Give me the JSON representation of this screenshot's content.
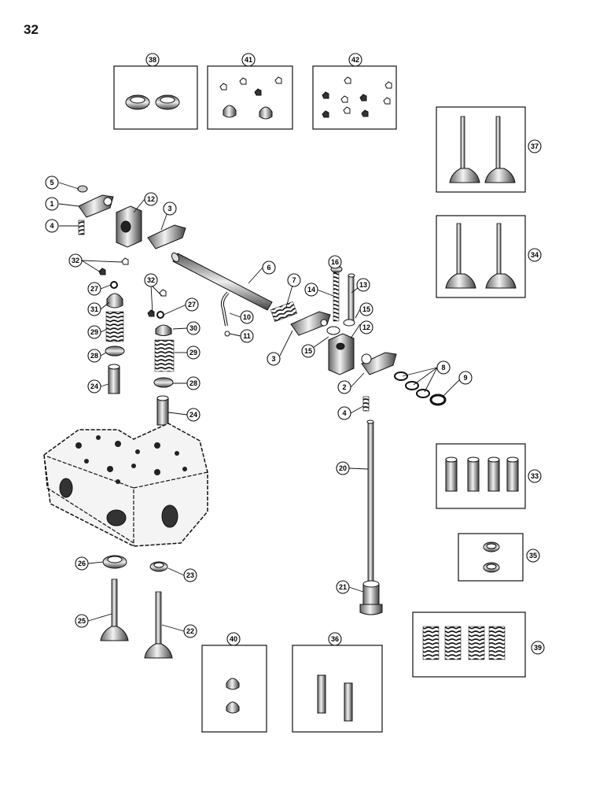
{
  "page": {
    "number": "32"
  },
  "callouts": [
    {
      "id": "c38",
      "label": "38"
    },
    {
      "id": "c41",
      "label": "41"
    },
    {
      "id": "c42",
      "label": "42"
    },
    {
      "id": "c37",
      "label": "37"
    },
    {
      "id": "c34",
      "label": "34"
    },
    {
      "id": "c33",
      "label": "33"
    },
    {
      "id": "c35",
      "label": "35"
    },
    {
      "id": "c39",
      "label": "39"
    },
    {
      "id": "c40",
      "label": "40"
    },
    {
      "id": "c36",
      "label": "36"
    },
    {
      "id": "c5",
      "label": "5"
    },
    {
      "id": "c1",
      "label": "1"
    },
    {
      "id": "c4a",
      "label": "4"
    },
    {
      "id": "c12a",
      "label": "12"
    },
    {
      "id": "c3a",
      "label": "3"
    },
    {
      "id": "c32a",
      "label": "32"
    },
    {
      "id": "c27a",
      "label": "27"
    },
    {
      "id": "c31",
      "label": "31"
    },
    {
      "id": "c29a",
      "label": "29"
    },
    {
      "id": "c28a",
      "label": "28"
    },
    {
      "id": "c24a",
      "label": "24"
    },
    {
      "id": "c6",
      "label": "6"
    },
    {
      "id": "c7",
      "label": "7"
    },
    {
      "id": "c32b",
      "label": "32"
    },
    {
      "id": "c27b",
      "label": "27"
    },
    {
      "id": "c10",
      "label": "10"
    },
    {
      "id": "c11",
      "label": "11"
    },
    {
      "id": "c30",
      "label": "30"
    },
    {
      "id": "c29b",
      "label": "29"
    },
    {
      "id": "c28b",
      "label": "28"
    },
    {
      "id": "c24b",
      "label": "24"
    },
    {
      "id": "c16",
      "label": "16"
    },
    {
      "id": "c13",
      "label": "13"
    },
    {
      "id": "c14",
      "label": "14"
    },
    {
      "id": "c15a",
      "label": "15"
    },
    {
      "id": "c12b",
      "label": "12"
    },
    {
      "id": "c15b",
      "label": "15"
    },
    {
      "id": "c3b",
      "label": "3"
    },
    {
      "id": "c8",
      "label": "8"
    },
    {
      "id": "c9",
      "label": "9"
    },
    {
      "id": "c2",
      "label": "2"
    },
    {
      "id": "c4b",
      "label": "4"
    },
    {
      "id": "c20",
      "label": "20"
    },
    {
      "id": "c21",
      "label": "21"
    },
    {
      "id": "c26",
      "label": "26"
    },
    {
      "id": "c23",
      "label": "23"
    },
    {
      "id": "c25",
      "label": "25"
    },
    {
      "id": "c22",
      "label": "22"
    }
  ]
}
